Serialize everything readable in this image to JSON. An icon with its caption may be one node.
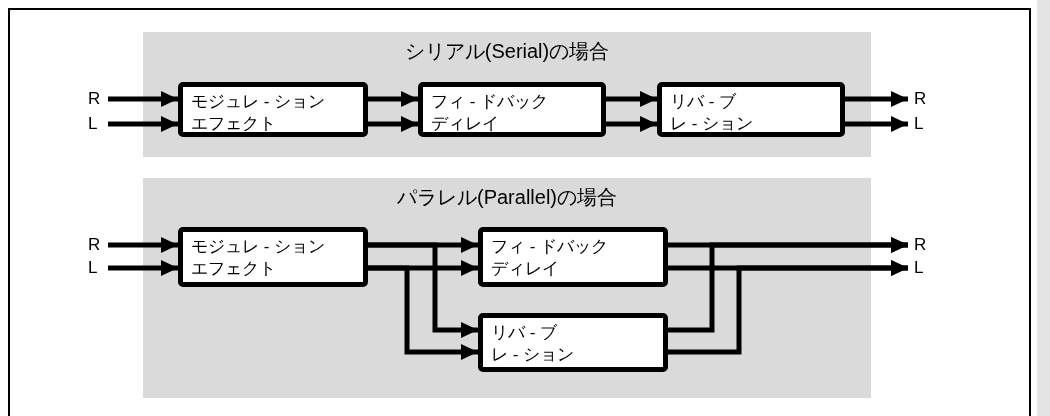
{
  "diagram": {
    "nodes": [
      {
        "text": [
          "シリアル(Serial)の場合"
        ]
      },
      {
        "text": [
          "R"
        ]
      },
      {
        "text": [
          "L"
        ]
      },
      {
        "text": [
          "モジュレ - ションエフェクト"
        ],
        "in": 0
      },
      {
        "text": [
          "フィ - ドバックディレイ"
        ],
        "in": 0
      },
      {
        "text": [
          "リバ - ブレ - ション"
        ],
        "in": 0
      },
      {
        "text": [
          "R"
        ]
      },
      {
        "text": [
          "L"
        ]
      },
      {
        "text": [
          "パラレル(Parallel)の場合"
        ]
      },
      {
        "text": [
          "R"
        ]
      },
      {
        "text": [
          "L"
        ]
      },
      {
        "text": [
          "モジュレ - ションエフェクト"
        ],
        "in": 8
      },
      {
        "text": [
          "フィ - ドバックディレイ"
        ],
        "in": 8
      },
      {
        "text": [
          "リバ - ブレ - ション"
        ],
        "in": 8
      },
      {
        "text": [
          "R"
        ]
      },
      {
        "text": [
          "L"
        ]
      }
    ],
    "edges": [
      {
        "from": 1,
        "to": 3,
        "arrow": "to"
      },
      {
        "from": 2,
        "to": 3,
        "arrow": "to"
      },
      {
        "from": 3,
        "to": 4,
        "arrow": "to"
      },
      {
        "from": 3,
        "to": 4,
        "arrow": "to"
      },
      {
        "from": 4,
        "to": 5,
        "arrow": "to"
      },
      {
        "from": 4,
        "to": 5,
        "arrow": "to"
      },
      {
        "from": 5,
        "to": 6,
        "arrow": "to"
      },
      {
        "from": 5,
        "to": 7,
        "arrow": "to"
      },
      {
        "from": 9,
        "to": 11,
        "arrow": "to"
      },
      {
        "from": 10,
        "to": 11,
        "arrow": "to"
      },
      {
        "from": 11,
        "to": 12,
        "arrow": "to"
      },
      {
        "from": 11,
        "to": 12,
        "arrow": "to"
      },
      {
        "from": 11,
        "to": 13,
        "arrow": "to"
      },
      {
        "from": 11,
        "to": 13,
        "arrow": "to"
      },
      {
        "from": 12,
        "to": 14,
        "arrow": "to"
      },
      {
        "from": 12,
        "to": 15,
        "arrow": "to"
      },
      {
        "from": 13,
        "to": 14,
        "arrow": "to"
      },
      {
        "from": 13,
        "to": 15,
        "arrow": "to"
      }
    ]
  }
}
